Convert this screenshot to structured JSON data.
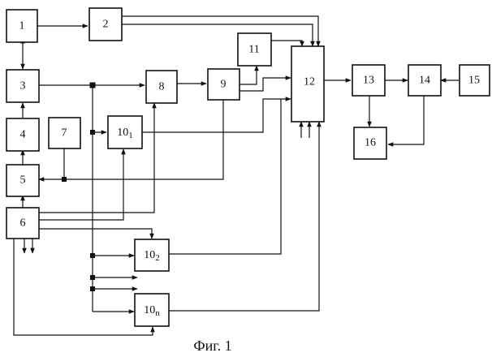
{
  "blocks": {
    "b1": "1",
    "b2": "2",
    "b3": "3",
    "b4": "4",
    "b5": "5",
    "b6": "6",
    "b7": "7",
    "b8": "8",
    "b9": "9",
    "b11": "11",
    "b12": "12",
    "b13": "13",
    "b14": "14",
    "b15": "15",
    "b16": "16",
    "b10_1": {
      "base": "10",
      "sub": "1"
    },
    "b10_2": {
      "base": "10",
      "sub": "2"
    },
    "b10_n": {
      "base": "10",
      "sub": "n"
    }
  },
  "caption": "Фиг. 1"
}
